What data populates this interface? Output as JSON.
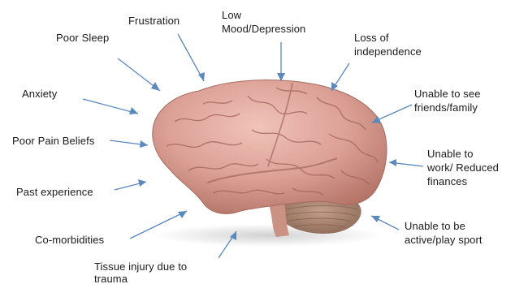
{
  "labels": {
    "frustration": "Frustration",
    "low_mood_line1": "Low",
    "low_mood_line2": "Mood/Depression",
    "poor_sleep": "Poor Sleep",
    "loss_line1": "Loss of",
    "loss_line2": "independence",
    "anxiety": "Anxiety",
    "friends_line1": "Unable to see",
    "friends_line2": "friends/family",
    "pain_beliefs": "Poor Pain Beliefs",
    "work_line1": "Unable to",
    "work_line2": "work/ Reduced",
    "work_line3": "finances",
    "past_experience": "Past experience",
    "comorbidities": "Co-morbidities",
    "active_line1": "Unable to be",
    "active_line2": "active/play sport",
    "tissue_line1": "Tissue injury due to",
    "tissue_line2": "trauma"
  },
  "colors": {
    "arrow": "#5b88bd",
    "brain": "#d9a39a",
    "brain_shadow": "#b9786f",
    "cerebellum": "#a77f6c"
  },
  "image": {
    "subject": "brain-illustration"
  }
}
